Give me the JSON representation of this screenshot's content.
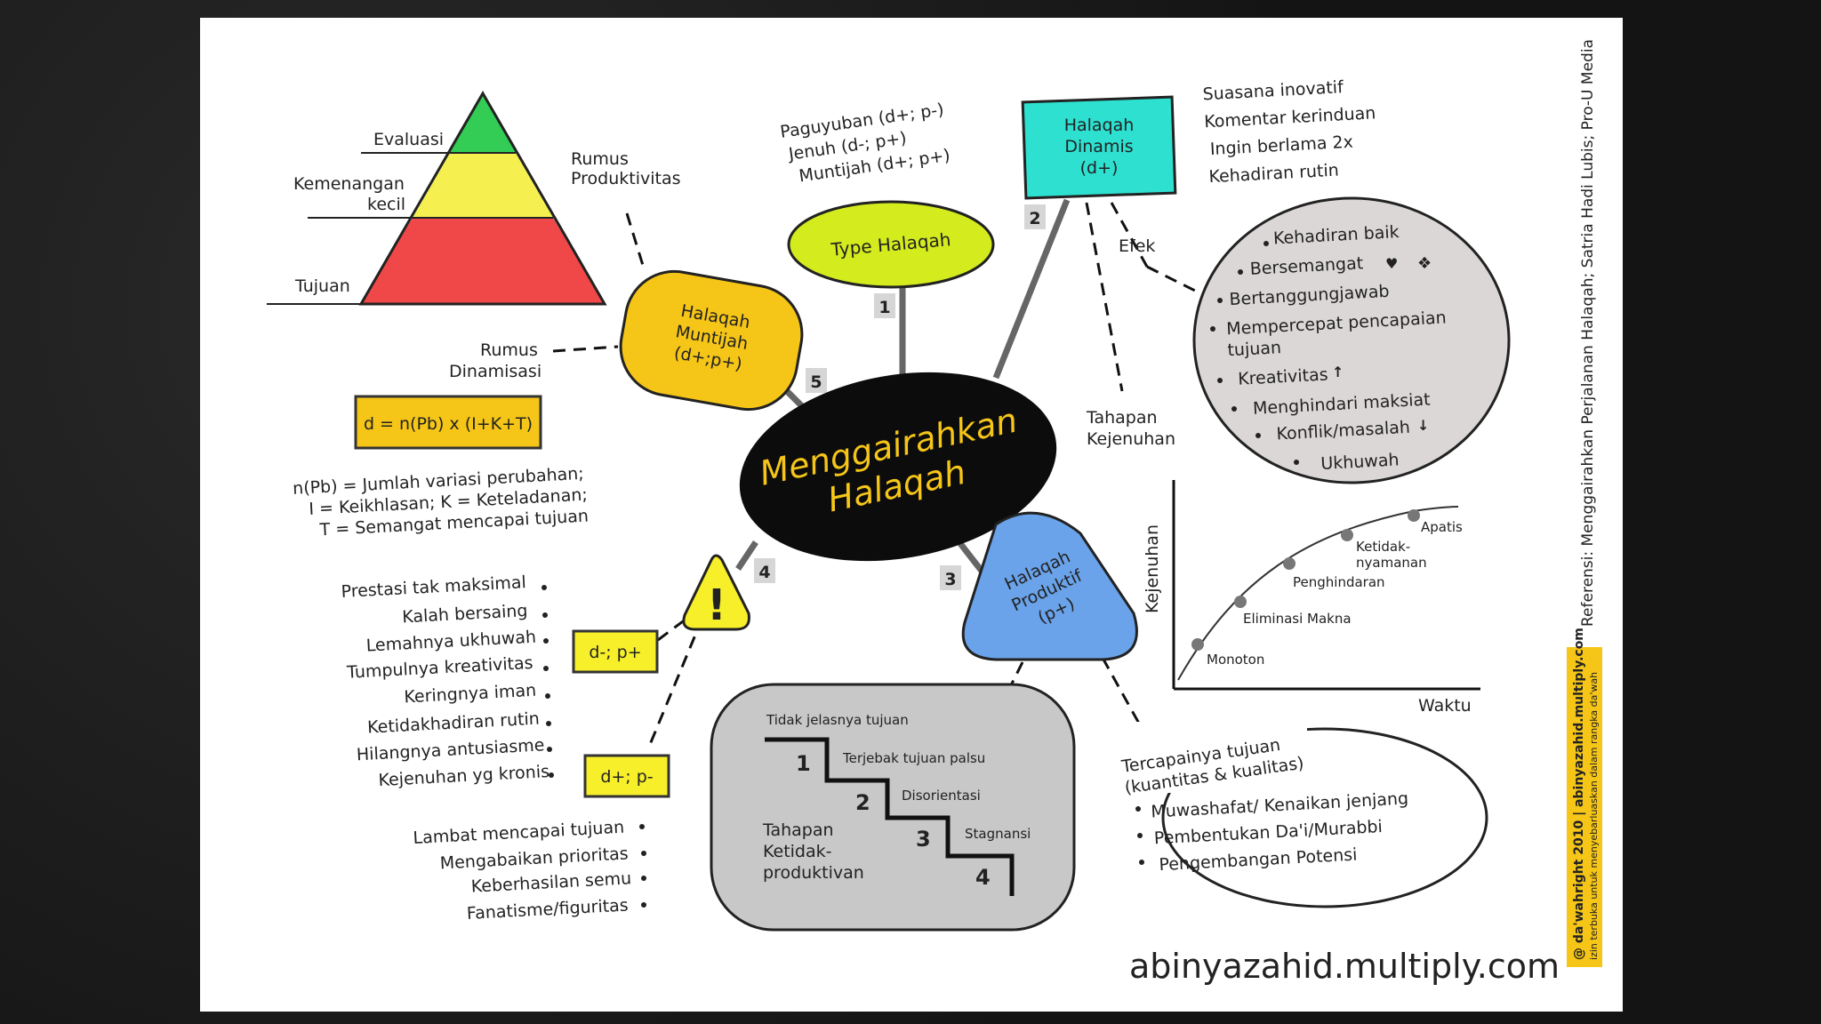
{
  "center": {
    "line1": "Menggairahkan",
    "line2": "Halaqah"
  },
  "pyramid": {
    "levels": [
      "Evaluasi",
      "Kemenangan",
      "kecil",
      "Tujuan"
    ],
    "colors": [
      "#33cc55",
      "#f5f050",
      "#f04848"
    ]
  },
  "productivity": {
    "label1": "Rumus",
    "label2": "Produktivitas"
  },
  "dinamisasi": {
    "label1": "Rumus",
    "label2": "Dinamisasi",
    "formula": "d = n(Pb) x (I+K+T)",
    "legend": [
      "n(Pb) = Jumlah variasi perubahan;",
      "I = Keikhlasan; K = Keteladanan;",
      "T = Semangat mencapai tujuan"
    ]
  },
  "muntijah": {
    "line1": "Halaqah",
    "line2": "Muntijah",
    "line3": "(d+;p+)",
    "num": "5"
  },
  "type_halaqah": {
    "label": "Type Halaqah",
    "num": "1",
    "items": [
      "Paguyuban (d+; p-)",
      "Jenuh (d-; p+)",
      "Muntijah (d+; p+)"
    ]
  },
  "dinamis": {
    "line1": "Halaqah",
    "line2": "Dinamis",
    "line3": "(d+)",
    "num": "2",
    "items": [
      "Suasana inovatif",
      "Komentar kerinduan",
      "Ingin berlama 2x",
      "Kehadiran rutin"
    ]
  },
  "efek": {
    "label": "Efek",
    "items": [
      "Kehadiran baik",
      "Bersemangat",
      "Bertanggungjawab",
      "Mempercepat pencapaian",
      "tujuan",
      "Kreativitas",
      "Menghindari maksiat",
      "Konflik/masalah",
      "Ukhuwah"
    ]
  },
  "kejenuhan": {
    "label1": "Tahapan",
    "label2": "Kejenuhan",
    "y_label": "Kejenuhan",
    "x_label": "Waktu",
    "stages": [
      "Monoton",
      "Eliminasi Makna",
      "Penghindaran",
      "Ketidak-",
      "nyamanan",
      "Apatis"
    ]
  },
  "warning": {
    "num": "4",
    "badge1": "d-; p+",
    "badge2": "d+; p-",
    "items1": [
      "Prestasi tak maksimal",
      "Kalah bersaing",
      "Lemahnya ukhuwah",
      "Tumpulnya kreativitas",
      "Keringnya iman",
      "Ketidakhadiran rutin",
      "Hilangnya antusiasme",
      "Kejenuhan yg kronis"
    ],
    "items2": [
      "Lambat mencapai tujuan",
      "Mengabaikan prioritas",
      "Keberhasilan semu",
      "Fanatisme/figuritas"
    ]
  },
  "produktif": {
    "line1": "Halaqah",
    "line2": "Produktif",
    "line3": "(p+)",
    "num": "3",
    "goal1": "Tercapainya tujuan",
    "goal2": "(kuantitas & kualitas)",
    "items": [
      "Muwashafat/ Kenaikan jenjang",
      "Pembentukan Da'i/Murabbi",
      "Pengembangan Potensi"
    ]
  },
  "ketidakproduktivan": {
    "steps": [
      "Tidak jelasnya tujuan",
      "Terjebak tujuan palsu",
      "Disorientasi",
      "Stagnansi"
    ],
    "nums": [
      "1",
      "2",
      "3",
      "4"
    ],
    "label": [
      "Tahapan",
      "Ketidak-",
      "produktivan"
    ]
  },
  "reference": "Referensi: Menggairahkan Perjalanan Halaqah; Satria Hadi Lubis; Pro-U Media",
  "copyright": {
    "line1": "@ da'wahright 2010 | abinyazahid.multiply.com",
    "line2": "izin terbuka untuk menyebarluaskan dalam rangka da'wah"
  },
  "watermark": "abinyazahid.multiply.com",
  "colors": {
    "yellow": "#f5c518",
    "lime": "#d4ec1e",
    "cyan": "#2de0d0",
    "blue": "#6aa3ea",
    "gray": "#c8c8c8",
    "badge": "#f7ef2a",
    "circle": "#dcd7d7"
  }
}
